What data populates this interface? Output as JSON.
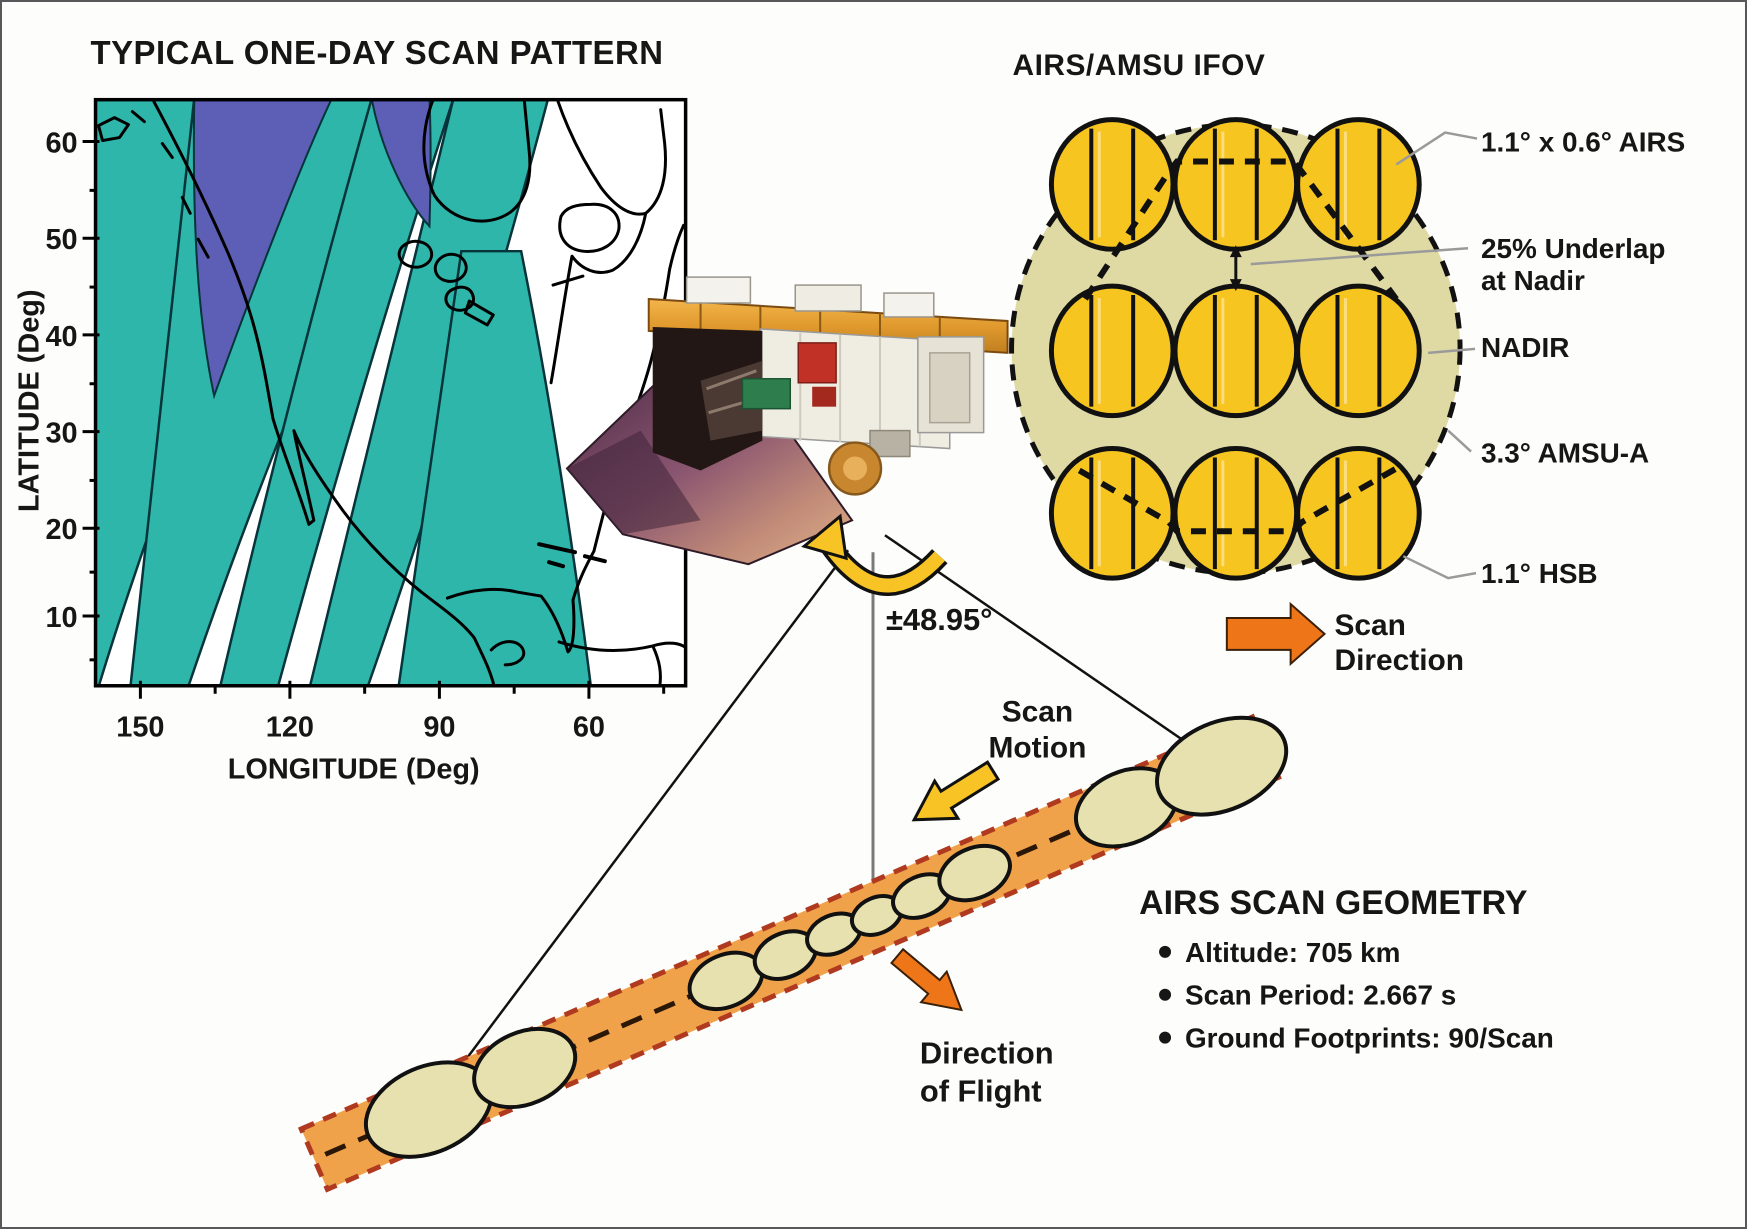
{
  "figure": {
    "description": "AIRS scan geometry diagram",
    "background": "#fdfdfb"
  },
  "map": {
    "title": "TYPICAL ONE-DAY SCAN PATTERN",
    "x_label": "LONGITUDE (Deg)",
    "y_label": "LATITUDE (Deg)",
    "x_ticks": [
      "150",
      "120",
      "90",
      "60"
    ],
    "y_ticks": [
      "60",
      "50",
      "40",
      "30",
      "20",
      "10"
    ],
    "colors": {
      "swath_teal": "#2eb6ab",
      "overlap_purple": "#5c5fb5",
      "coastline": "#000000"
    }
  },
  "ifov": {
    "title": "AIRS/AMSU IFOV",
    "labels": {
      "airs": "1.1° x 0.6° AIRS",
      "underlap_line1": "25% Underlap",
      "underlap_line2": "at Nadir",
      "nadir": "NADIR",
      "amsu": "3.3° AMSU-A",
      "hsb": "1.1° HSB"
    },
    "scan_direction_line1": "Scan",
    "scan_direction_line2": "Direction",
    "colors": {
      "footprint_yellow": "#f6c51f",
      "amsu_beige": "#dfd9a4",
      "arrow_orange": "#ee7518"
    }
  },
  "satellite": {
    "scan_angle": "±48.95°"
  },
  "swath": {
    "scan_motion_line1": "Scan",
    "scan_motion_line2": "Motion",
    "direction_of_flight_line1": "Direction",
    "direction_of_flight_line2": "of Flight",
    "colors": {
      "band_orange": "#f0a24a",
      "band_dash_red": "#b03a20",
      "footprint_beige": "#e6e1ae",
      "motion_arrow_yellow": "#f7c325",
      "flight_arrow_orange": "#ee7518"
    }
  },
  "geometry_info": {
    "title": "AIRS SCAN GEOMETRY",
    "bullets": [
      "Altitude: 705 km",
      "Scan Period: 2.667 s",
      "Ground Footprints: 90/Scan"
    ]
  }
}
